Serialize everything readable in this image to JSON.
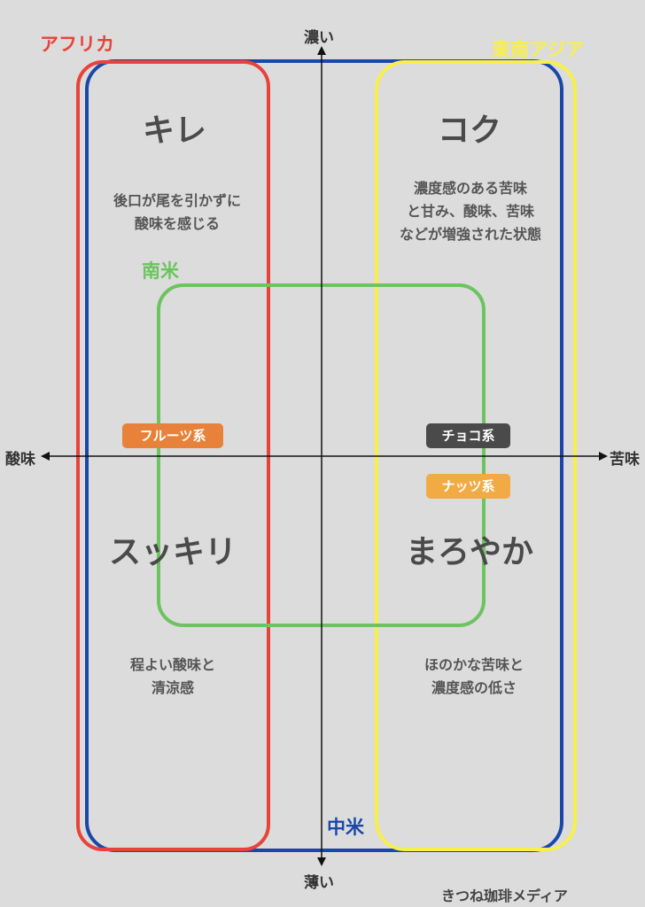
{
  "axes": {
    "top": "濃い",
    "bottom": "薄い",
    "left": "酸味",
    "right": "苦味"
  },
  "regions": {
    "africa": {
      "label": "アフリカ",
      "color": "#e8433a"
    },
    "southeast_asia": {
      "label": "東南アジア",
      "color": "#f7f04a"
    },
    "south_america": {
      "label": "南米",
      "color": "#6cc35f"
    },
    "central_america": {
      "label": "中米",
      "color": "#1a47a8"
    }
  },
  "quadrants": {
    "top_left": {
      "title": "キレ",
      "desc": [
        "後口が尾を引かずに",
        "酸味を感じる"
      ]
    },
    "top_right": {
      "title": "コク",
      "desc": [
        "濃度感のある苦味",
        "と甘み、酸味、苦味",
        "などが増強された状態"
      ]
    },
    "bottom_left": {
      "title": "スッキリ",
      "desc": [
        "程よい酸味と",
        "清涼感"
      ]
    },
    "bottom_right": {
      "title": "まろやか",
      "desc": [
        "ほのかな苦味と",
        "濃度感の低さ"
      ]
    }
  },
  "badges": {
    "fruit": {
      "label": "フルーツ系",
      "color": "#e8823a"
    },
    "choco": {
      "label": "チョコ系",
      "color": "#4a4a4a"
    },
    "nuts": {
      "label": "ナッツ系",
      "color": "#f2aa45"
    }
  },
  "credit": "きつね珈琲メディア"
}
